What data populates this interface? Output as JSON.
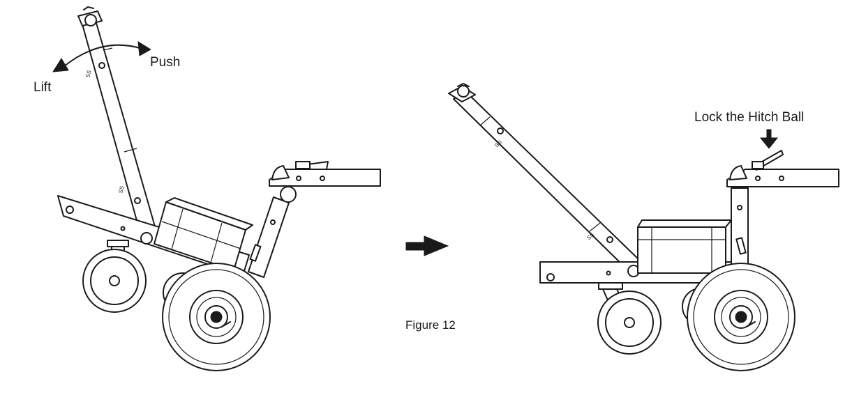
{
  "labels": {
    "lift": "Lift",
    "push": "Push",
    "lock_hitch_ball": "Lock the Hitch Ball",
    "figure_caption": "Figure 12"
  },
  "colors": {
    "line": "#1a1a1a",
    "background": "#ffffff"
  },
  "icons": [
    "curved-double-arrow-icon",
    "right-arrow-icon",
    "down-arrow-icon"
  ]
}
